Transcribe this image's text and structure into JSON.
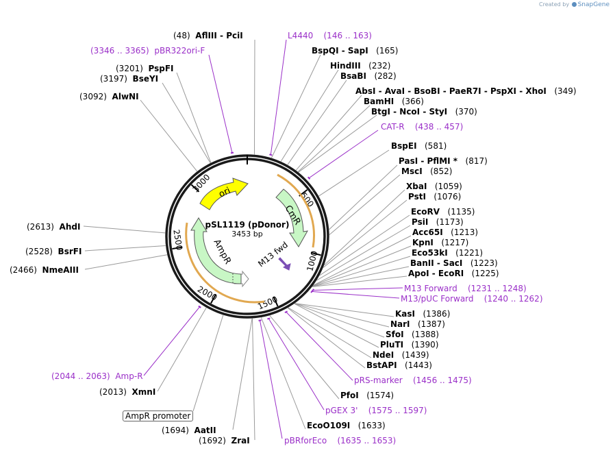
{
  "credit": {
    "prefix": "Created by",
    "brand": "SnapGene"
  },
  "plasmid": {
    "name": "pSL1119 (pDonor)",
    "size_label": "3453 bp",
    "length": 3453
  },
  "ticks": [
    "500",
    "1000",
    "1500",
    "2000",
    "2500",
    "3000"
  ],
  "features": [
    {
      "name": "ori",
      "color": "#ffff00"
    },
    {
      "name": "CmR",
      "color": "#c8f7c5"
    },
    {
      "name": "AmpR",
      "color": "#c8f7c5"
    },
    {
      "name": "M13 fwd",
      "color": "#7b4fb5"
    }
  ],
  "promoter": {
    "label": "AmpR promoter"
  },
  "sites_right": [
    {
      "text": "BspQI  -  SapI",
      "pos": "(165)"
    },
    {
      "text": "HindIII",
      "pos": "(232)"
    },
    {
      "text": "BsaBI",
      "pos": "(282)"
    },
    {
      "text": "AbsI  -  AvaI  -  BsoBI  -  PaeR7I  -  PspXI  -  XhoI",
      "pos": "(349)"
    },
    {
      "text": "BamHI",
      "pos": "(366)"
    },
    {
      "text": "BtgI  -  NcoI  -  StyI",
      "pos": "(370)"
    },
    {
      "text": "BspEI",
      "pos": "(581)"
    },
    {
      "text": "PasI  -  PflMI *",
      "pos": "(817)"
    },
    {
      "text": "MscI",
      "pos": "(852)"
    },
    {
      "text": "XbaI",
      "pos": "(1059)"
    },
    {
      "text": "PstI",
      "pos": "(1076)"
    },
    {
      "text": "EcoRV",
      "pos": "(1135)"
    },
    {
      "text": "PsiI",
      "pos": "(1173)"
    },
    {
      "text": "Acc65I",
      "pos": "(1213)"
    },
    {
      "text": "KpnI",
      "pos": "(1217)"
    },
    {
      "text": "Eco53kI",
      "pos": "(1221)"
    },
    {
      "text": "BanII  -  SacI",
      "pos": "(1223)"
    },
    {
      "text": "ApoI  -  EcoRI",
      "pos": "(1225)"
    },
    {
      "text": "KasI",
      "pos": "(1386)"
    },
    {
      "text": "NarI",
      "pos": "(1387)"
    },
    {
      "text": "SfoI",
      "pos": "(1388)"
    },
    {
      "text": "PluTI",
      "pos": "(1390)"
    },
    {
      "text": "NdeI",
      "pos": "(1439)"
    },
    {
      "text": "BstAPI",
      "pos": "(1443)"
    },
    {
      "text": "PfoI",
      "pos": "(1574)"
    },
    {
      "text": "EcoO109I",
      "pos": "(1633)"
    }
  ],
  "sites_left": [
    {
      "text": "AflIII  -  PciI",
      "pos": "(48)"
    },
    {
      "text": "PspFI",
      "pos": "(3201)"
    },
    {
      "text": "BseYI",
      "pos": "(3197)"
    },
    {
      "text": "AlwNI",
      "pos": "(3092)"
    },
    {
      "text": "AhdI",
      "pos": "(2613)"
    },
    {
      "text": "BsrFI",
      "pos": "(2528)"
    },
    {
      "text": "NmeAIII",
      "pos": "(2466)"
    },
    {
      "text": "XmnI",
      "pos": "(2013)"
    },
    {
      "text": "AatII",
      "pos": "(1694)"
    },
    {
      "text": "ZraI",
      "pos": "(1692)"
    }
  ],
  "primers": [
    {
      "text": "L4440",
      "pos": "(146 .. 163)"
    },
    {
      "text": "pBR322ori-F",
      "pos": "(3346 .. 3365)"
    },
    {
      "text": "CAT-R",
      "pos": "(438 .. 457)"
    },
    {
      "text": "M13 Forward",
      "pos": "(1231 .. 1248)"
    },
    {
      "text": "M13/pUC Forward",
      "pos": "(1240 .. 1262)"
    },
    {
      "text": "pRS-marker",
      "pos": "(1456 .. 1475)"
    },
    {
      "text": "pGEX 3'",
      "pos": "(1575 .. 1597)"
    },
    {
      "text": "pBRforEco",
      "pos": "(1635 .. 1653)"
    },
    {
      "text": "Amp-R",
      "pos": "(2044 .. 2063)"
    }
  ]
}
